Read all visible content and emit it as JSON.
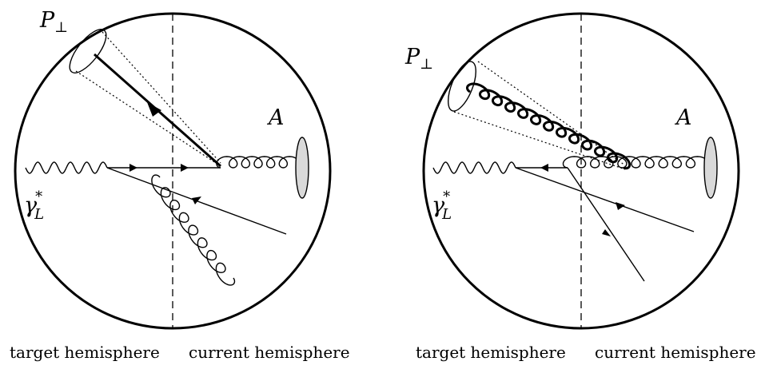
{
  "diagrams": [
    {
      "pt_symbol": "P",
      "pt_sub": "⊥",
      "nucleus": "A",
      "photon_symbol": "γ",
      "photon_sup": "*",
      "photon_sub": "L",
      "left_label": "target hemisphere",
      "right_label": "current hemisphere",
      "jet": "quark"
    },
    {
      "pt_symbol": "P",
      "pt_sub": "⊥",
      "nucleus": "A",
      "photon_symbol": "γ",
      "photon_sup": "*",
      "photon_sub": "L",
      "left_label": "target hemisphere",
      "right_label": "current hemisphere",
      "jet": "gluon"
    }
  ],
  "colors": {
    "ink": "#000000",
    "target_fill": "#d9d9d9"
  }
}
